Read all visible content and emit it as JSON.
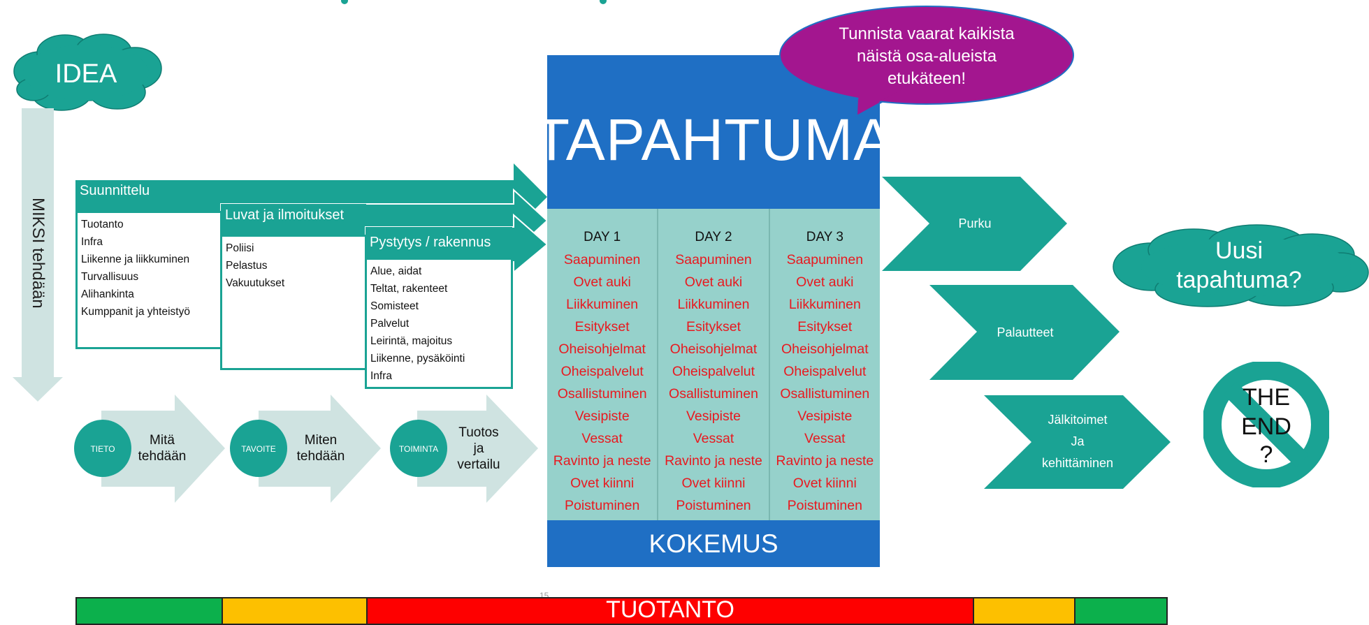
{
  "idea_cloud": {
    "label": "IDEA"
  },
  "left_arrow": {
    "label": "MIKSI tehdään"
  },
  "speech_bubble": {
    "lines": [
      "Tunnista vaarat kaikista",
      "näistä osa-alueista",
      "etukäteen!"
    ]
  },
  "planning": [
    {
      "header": "Suunnittelu",
      "items": [
        "Tuotanto",
        "Infra",
        "Liikenne ja liikkuminen",
        "Turvallisuus",
        "Alihankinta",
        "Kumppanit ja yhteistyö"
      ]
    },
    {
      "header": "Luvat ja ilmoitukset",
      "items": [
        "Poliisi",
        "Pelastus",
        "Vakuutukset"
      ]
    },
    {
      "header": "Pystytys / rakennus",
      "items": [
        "Alue, aidat",
        "Teltat, rakenteet",
        "Somisteet",
        "Palvelut",
        "Leirintä, majoitus",
        "Liikenne, pysäköinti",
        "Infra"
      ]
    }
  ],
  "process": [
    {
      "circle": "TIETO",
      "lines": [
        "Mitä",
        "tehdään"
      ]
    },
    {
      "circle": "TAVOITE",
      "lines": [
        "Miten",
        "tehdään"
      ]
    },
    {
      "circle": "TOIMINTA",
      "lines": [
        "Tuotos",
        "ja",
        "vertailu"
      ]
    }
  ],
  "event": {
    "title": "TAPAHTUMA",
    "days": [
      {
        "title": "DAY 1",
        "items": [
          "Saapuminen",
          "Ovet auki",
          "Liikkuminen",
          "Esitykset",
          "Oheisohjelmat",
          "Oheispalvelut",
          "Osallistuminen",
          "Vesipiste",
          "Vessat",
          "Ravinto ja neste",
          "Ovet kiinni",
          "Poistuminen"
        ]
      },
      {
        "title": "DAY 2",
        "items": [
          "Saapuminen",
          "Ovet auki",
          "Liikkuminen",
          "Esitykset",
          "Oheisohjelmat",
          "Oheispalvelut",
          "Osallistuminen",
          "Vesipiste",
          "Vessat",
          "Ravinto ja neste",
          "Ovet kiinni",
          "Poistuminen"
        ]
      },
      {
        "title": "DAY 3",
        "items": [
          "Saapuminen",
          "Ovet auki",
          "Liikkuminen",
          "Esitykset",
          "Oheisohjelmat",
          "Oheispalvelut",
          "Osallistuminen",
          "Vesipiste",
          "Vessat",
          "Ravinto ja neste",
          "Ovet kiinni",
          "Poistuminen"
        ]
      }
    ],
    "footer": "KOKEMUS"
  },
  "after": [
    {
      "lines": [
        "Purku"
      ]
    },
    {
      "lines": [
        "Palautteet"
      ]
    },
    {
      "lines": [
        "Jälkitoimet",
        "Ja",
        "kehittäminen"
      ]
    }
  ],
  "new_event_cloud": {
    "lines": [
      "Uusi",
      "tapahtuma?"
    ]
  },
  "end_sign": {
    "lines": [
      "THE",
      "END",
      "?"
    ]
  },
  "phase_bar": {
    "label": "TUOTANTO"
  },
  "page_number": "15",
  "colors": {
    "teal": "#1aa394",
    "light_teal": "#cfe3e1",
    "event_blue": "#1f6fc4",
    "event_days_bg": "#96d1cb",
    "red_text": "#e8191f",
    "bubble_purple": "#a3168f",
    "phase_green": "#0cb04c",
    "phase_yellow": "#fdc000",
    "phase_red": "#fe0000"
  }
}
